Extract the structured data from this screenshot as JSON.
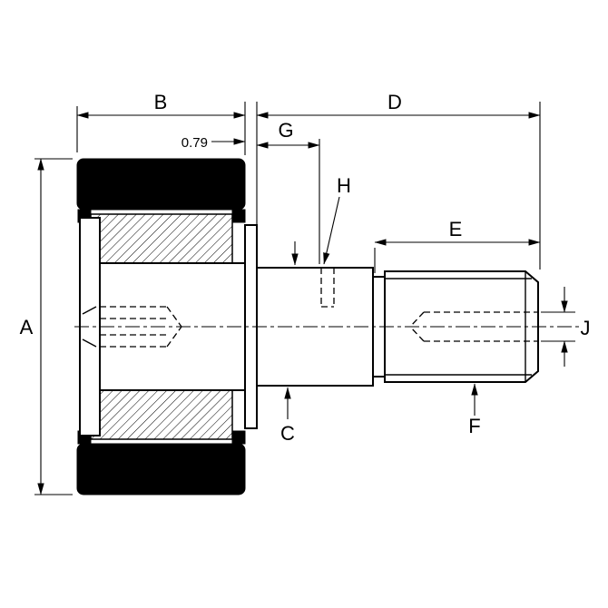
{
  "drawing": {
    "background": "#ffffff",
    "line_color": "#000000",
    "fill_color": "#000000",
    "dimensions": {
      "A": "A",
      "B": "B",
      "C": "C",
      "D": "D",
      "E": "E",
      "F": "F",
      "G": "G",
      "H": "H",
      "J": "J",
      "offset_value": "0.79"
    }
  }
}
